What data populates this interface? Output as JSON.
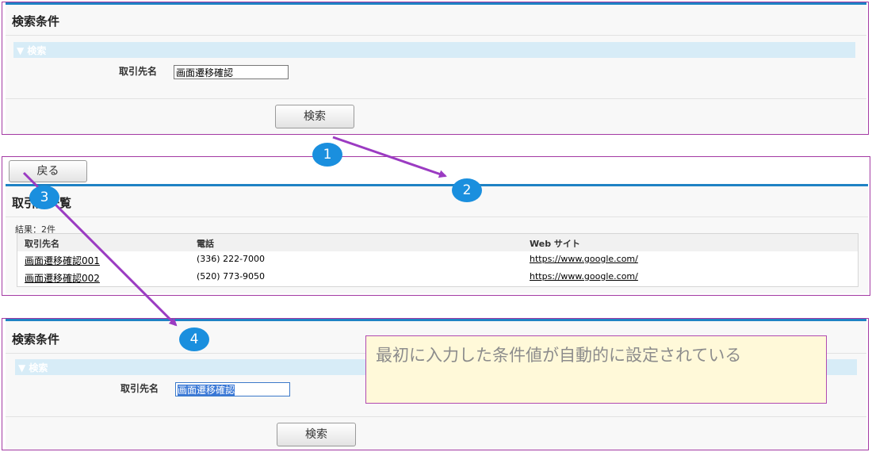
{
  "search_panel_top": {
    "title": "検索条件",
    "section_label": "▼ 検索",
    "field_label": "取引先名",
    "field_value": "画面遷移確認",
    "search_button": "検索"
  },
  "results_panel": {
    "back_button": "戻る",
    "title": "取引先一覧",
    "result_count": "結果：2件",
    "columns": [
      "取引先名",
      "電話",
      "Web サイト"
    ],
    "rows": [
      {
        "name": "画面遷移確認001",
        "phone": "(336) 222-7000",
        "website": "https://www.google.com/"
      },
      {
        "name": "画面遷移確認002",
        "phone": "(520) 773-9050",
        "website": "https://www.google.com/"
      }
    ]
  },
  "search_panel_bottom": {
    "title": "検索条件",
    "section_label": "▼ 検索",
    "field_label": "取引先名",
    "field_value": "画面遷移確認",
    "search_button": "検索"
  },
  "annotations": {
    "steps": [
      "1",
      "2",
      "3",
      "4"
    ],
    "note_text": "最初に入力した条件値が自動的に設定されている"
  },
  "colors": {
    "frame_border": "#a33aa3",
    "panel_accent": "#1e82c4",
    "badge": "#1a8fde",
    "arrow": "#9b3bc2",
    "note_bg": "#fff9d9"
  }
}
